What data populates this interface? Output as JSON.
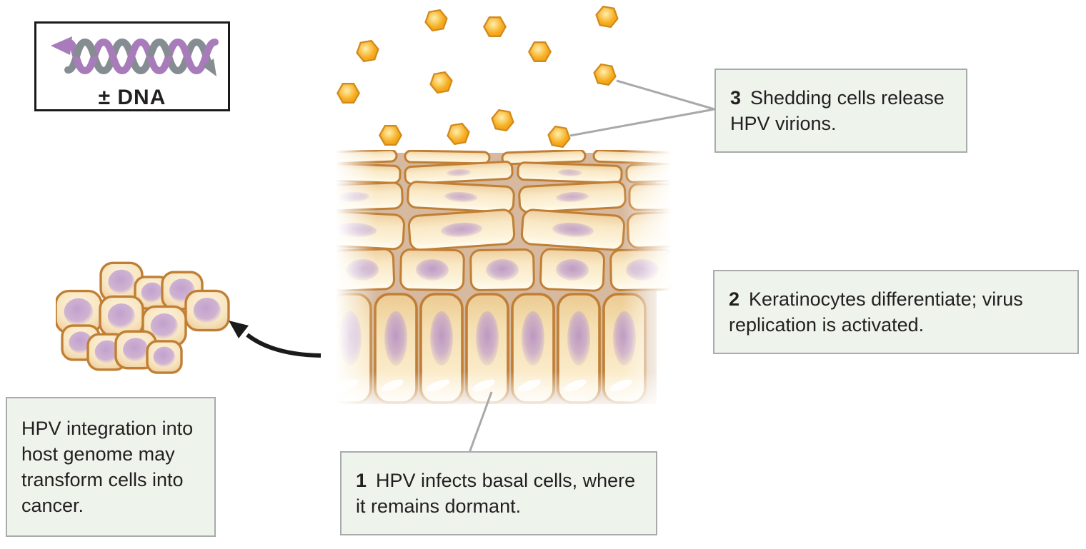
{
  "legend": {
    "label": "± DNA"
  },
  "callouts": {
    "step1": {
      "number": "1",
      "text": "HPV infects basal cells, where it remains dormant."
    },
    "step2": {
      "number": "2",
      "text": "Keratinocytes differentiate; virus replication is activated."
    },
    "step3": {
      "number": "3",
      "text": "Shedding cells release HPV virions."
    },
    "cancer_note": {
      "text": "HPV integration into host genome may transform cells into cancer."
    }
  },
  "colors": {
    "callout_bg": "#eef4ec",
    "callout_border": "#a8abad",
    "text": "#231f20",
    "virion_fill": "#f6ac1d",
    "virion_highlight": "#ffefad",
    "virion_border": "#d3891b",
    "cell_outline": "#c07f35",
    "cell_fill": "#faeccd",
    "nucleus": "#bf9fcb",
    "tissue_background": "#d6b99f",
    "dna_purple": "#a87cba",
    "dna_gray": "#868d92",
    "leader_line": "#a7a9ab",
    "arrow_black": "#1a1a1a"
  }
}
